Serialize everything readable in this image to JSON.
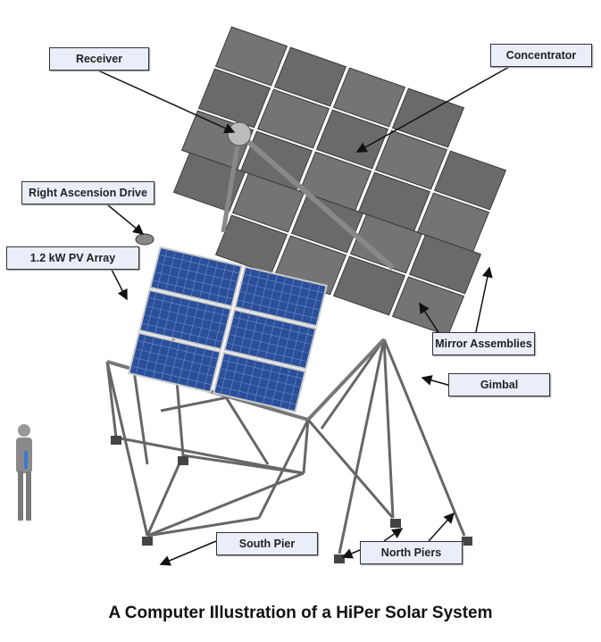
{
  "labels": {
    "receiver": "Receiver",
    "concentrator": "Concentrator",
    "right_ascension_drive": "Right Ascension Drive",
    "pv_array": "1.2 kW PV Array",
    "mirror_assemblies": "Mirror Assemblies",
    "gimbal": "Gimbal",
    "south_pier": "South Pier",
    "north_piers": "North Piers"
  },
  "caption": "A Computer Illustration of a HiPer Solar System",
  "colors": {
    "mirror": "#6d6d6d",
    "pv": "#2b4f9a",
    "label_bg": "#e9eef8"
  }
}
